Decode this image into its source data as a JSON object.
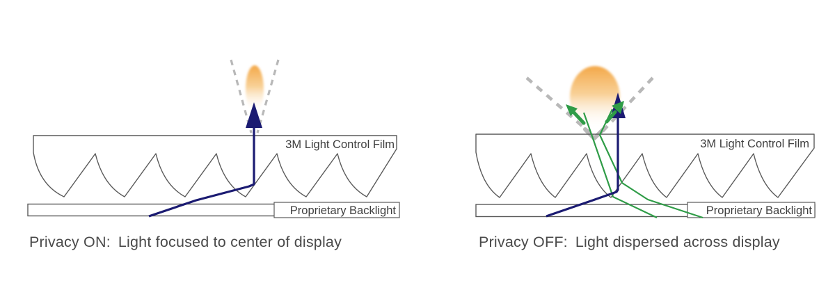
{
  "panels": [
    {
      "id": "privacy-on",
      "film_label": "3M Light Control Film",
      "backlight_label": "Proprietary Backlight",
      "caption_prefix": "Privacy ON:",
      "caption_text": "Light focused to center of display"
    },
    {
      "id": "privacy-off",
      "film_label": "3M Light Control Film",
      "backlight_label": "Proprietary Backlight",
      "caption_prefix": "Privacy OFF:",
      "caption_text": "Light dispersed across display"
    }
  ],
  "colors": {
    "navy_ray": "#1B1B72",
    "green_ray": "#2F9C47",
    "glow_orange": "#F3A848",
    "dash_gray": "#B8B8B8",
    "outline_gray": "#5A5A5A",
    "text_gray": "#4A4A4A"
  }
}
